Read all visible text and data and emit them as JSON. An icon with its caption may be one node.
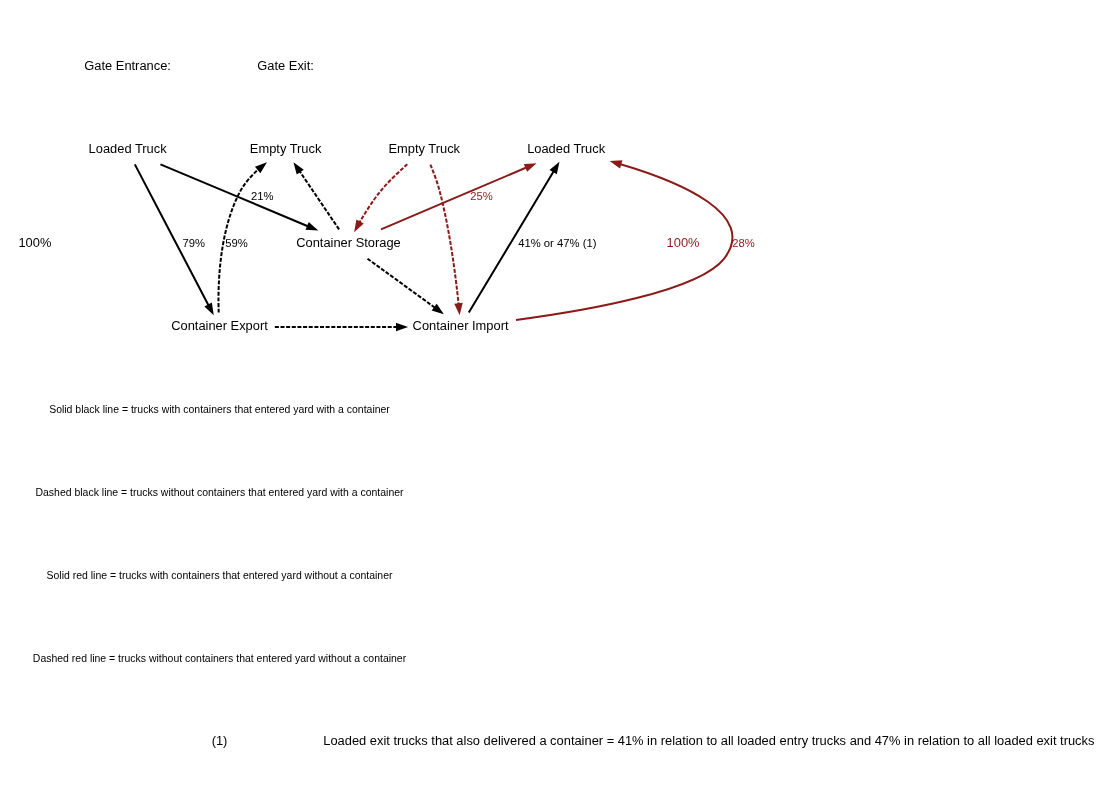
{
  "diagram": {
    "nodes": [
      {
        "text": [
          "Loaded Truck"
        ]
      },
      {
        "text": [
          "Empty Truck"
        ]
      },
      {
        "text": [
          "Empty Truck"
        ]
      },
      {
        "text": [
          "Loaded Truck"
        ]
      },
      {
        "text": [
          "Container Storage"
        ]
      },
      {
        "text": [
          "Container Export"
        ]
      },
      {
        "text": [
          "Container Import"
        ]
      }
    ],
    "edges": [
      {
        "from": 0,
        "to": 4,
        "arrow": "to",
        "label": "21%"
      },
      {
        "from": 0,
        "to": 5,
        "arrow": "to",
        "label": "79%"
      },
      {
        "from": 1,
        "to": 4,
        "arrow": "to",
        "style": "dashed",
        "color": "#8b1a1a"
      },
      {
        "from": 1,
        "to": 6,
        "arrow": "to",
        "style": "dashed",
        "color": "#8b1a1a"
      },
      {
        "from": 5,
        "to": 6,
        "arrow": "to",
        "style": "dashed"
      },
      {
        "from": 4,
        "to": 6,
        "arrow": "to",
        "style": "dashed"
      },
      {
        "from": 5,
        "to": 2,
        "arrow": "to",
        "style": "dashed",
        "label": "59%"
      },
      {
        "from": 4,
        "to": 2,
        "arrow": "to",
        "style": "dashed"
      },
      {
        "from": 4,
        "to": 3,
        "arrow": "to",
        "label": "25%",
        "color": "#8b1a1a"
      },
      {
        "from": 6,
        "to": 3,
        "arrow": "to",
        "label": "41% or 47% (1)"
      },
      {
        "from": 6,
        "to": 3,
        "arrow": "to",
        "label": "28%",
        "color": "#8b1a1a"
      }
    ],
    "labels": [
      "Gate Entrance:",
      "Gate Exit:",
      "100%",
      "100%",
      "(1)",
      "Loaded exit trucks that also delivered a container = 41% in relation to all loaded entry trucks and 47% in relation to all loaded exit trucks"
    ],
    "legend": [
      {
        "text": "Solid black line = trucks with containers that entered yard with a container"
      },
      {
        "text": "Dashed black line = trucks without containers that entered yard with a container"
      },
      {
        "text": "Solid red line = trucks with containers that entered yard without a container"
      },
      {
        "text": "Dashed red line = trucks without containers that entered yard without a container"
      }
    ]
  }
}
